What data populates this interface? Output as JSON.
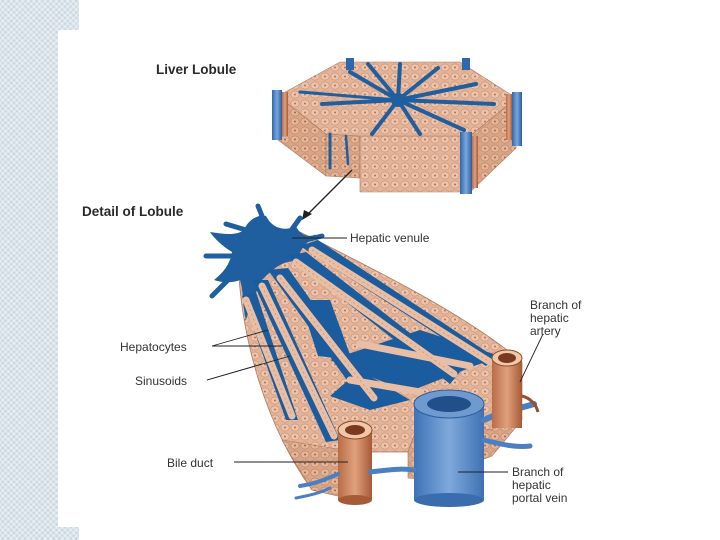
{
  "diagram": {
    "lobule_title": "Liver Lobule",
    "detail_title": "Detail of Lobule",
    "labels": {
      "hepatic_venule": "Hepatic venule",
      "hepatocytes": "Hepatocytes",
      "sinusoids": "Sinusoids",
      "bile_duct": "Bile duct",
      "hepatic_artery_line1": "Branch of",
      "hepatic_artery_line2": "hepatic",
      "hepatic_artery_line3": "artery",
      "portal_vein_line1": "Branch of",
      "portal_vein_line2": "hepatic",
      "portal_vein_line3": "portal vein"
    },
    "colors": {
      "tissue": "#e2b49a",
      "tissue_dark": "#c98f72",
      "vessel_blue": "#1f5fa0",
      "sinusoid_blue": "#1a5c9e",
      "artery_brown": "#9a4e2c",
      "portal_blue": "#5b8fcf",
      "side_pattern": "#c9d7e1"
    }
  }
}
